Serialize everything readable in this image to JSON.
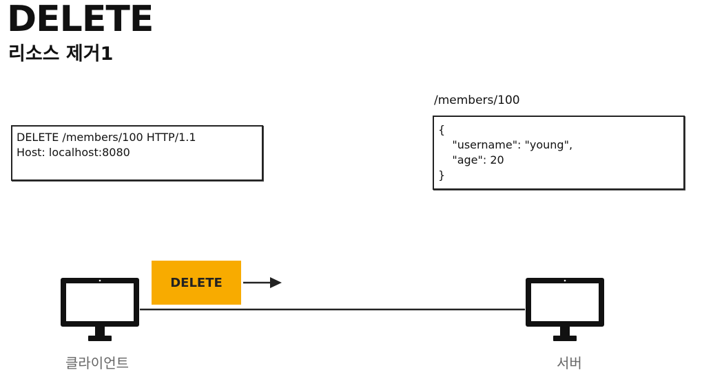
{
  "title": "DELETE",
  "subtitle": "리소스 제거1",
  "request": {
    "line1": "DELETE /members/100 HTTP/1.1",
    "line2": "Host: localhost:8080"
  },
  "resource": {
    "path": "/members/100",
    "body": "{\n    \"username\": \"young\",\n    \"age\": 20\n}"
  },
  "method_badge": "DELETE",
  "client_label": "클라이언트",
  "server_label": "서버",
  "colors": {
    "badge": "#f8ab00",
    "line": "#222222",
    "label": "#666666"
  },
  "icons": [
    "monitor-icon",
    "arrow-right-icon"
  ]
}
